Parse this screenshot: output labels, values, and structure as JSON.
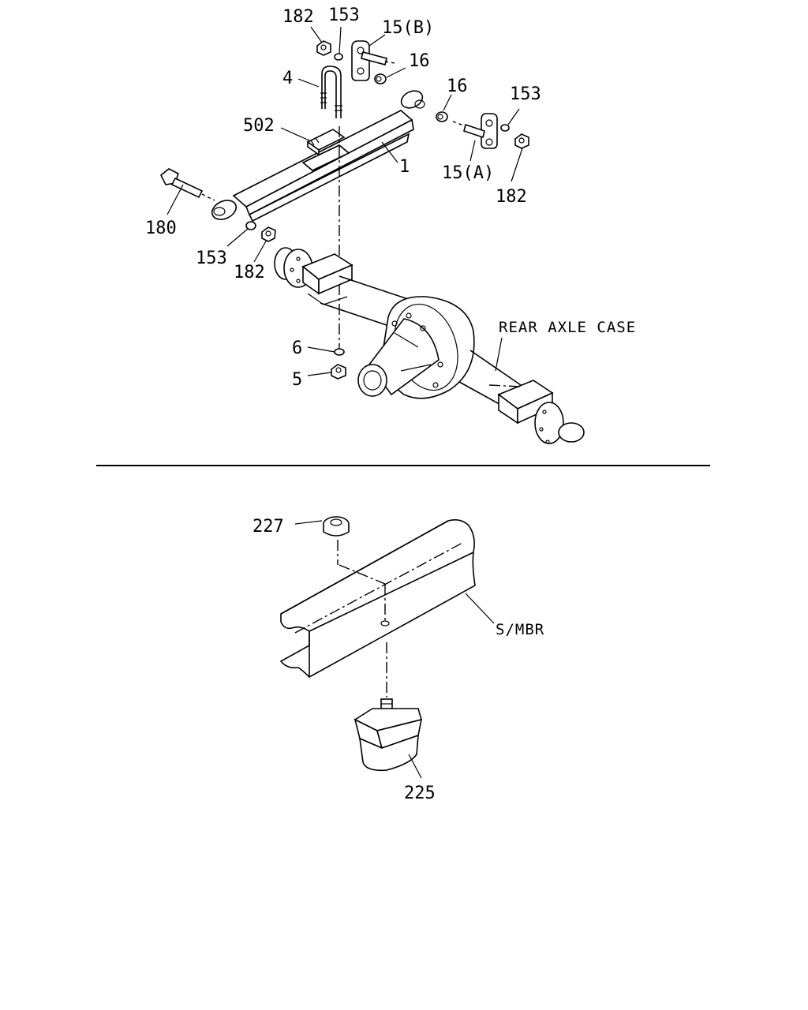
{
  "title": "",
  "labels": {
    "nut_182_top": "182",
    "washer_153_top": "153",
    "shackle_15b": "15(B)",
    "bushing_16_top": "16",
    "ubolt_4": "4",
    "bushing_16_mid": "16",
    "washer_153_right": "153",
    "plate_502": "502",
    "leaf_spring_1": "1",
    "shackle_15a": "15(A)",
    "nut_182_right": "182",
    "bolt_180": "180",
    "washer_153_left": "153",
    "nut_182_left": "182",
    "rear_axle_case": "REAR AXLE CASE",
    "washer_6": "6",
    "nut_5": "5",
    "nut_227": "227",
    "side_member": "S/MBR",
    "bumper_225": "225"
  }
}
